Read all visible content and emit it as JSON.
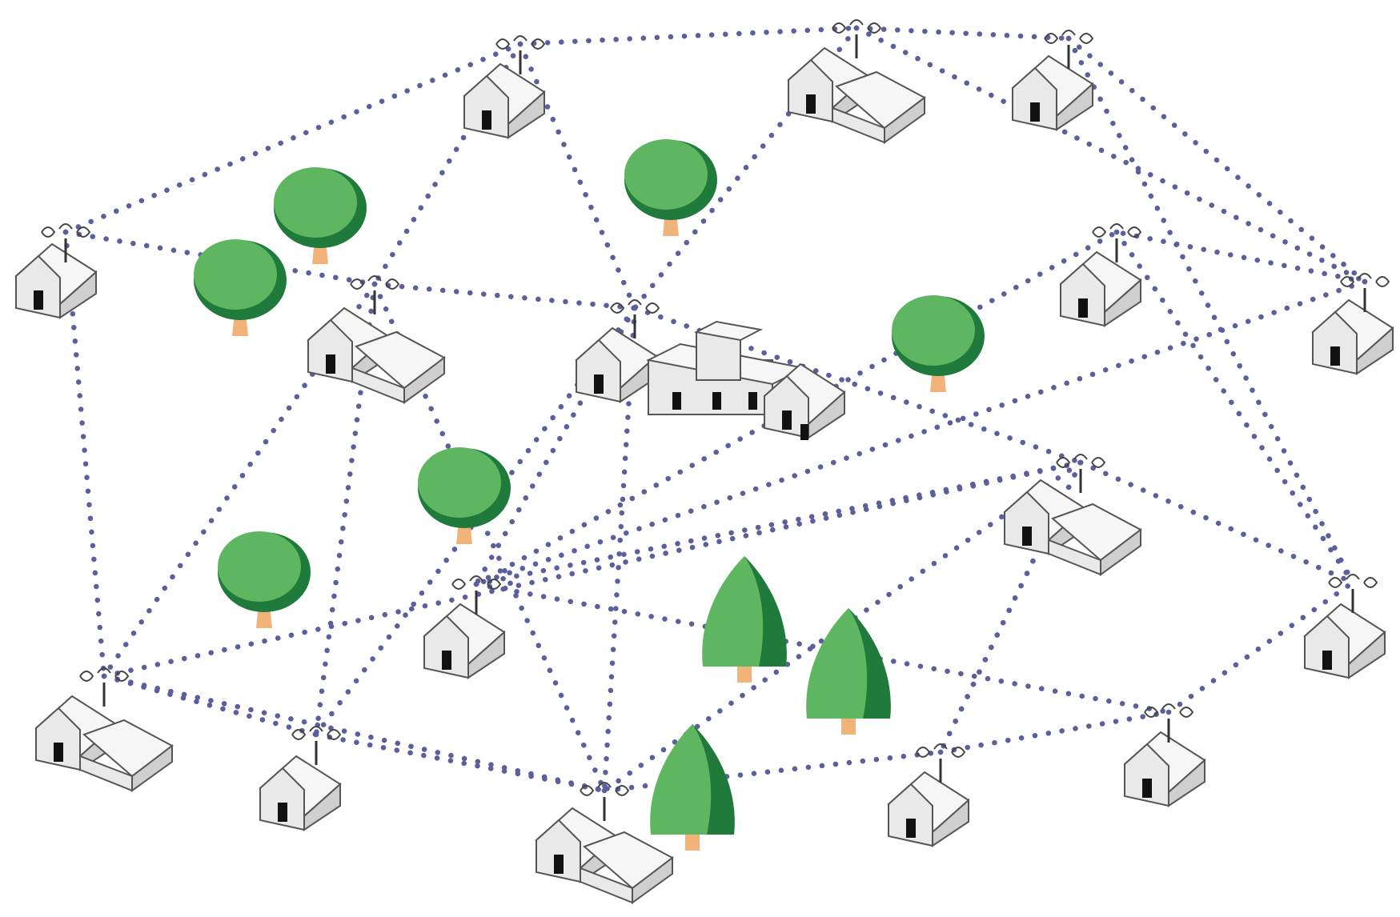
{
  "scene": {
    "colors": {
      "link": "#5b5f9c",
      "foliage": "#5fb660",
      "foliage_shadow": "#1f7a3c",
      "trunk": "#f1b37a",
      "wall": "#e9e9e9",
      "roof": "#f6f6f6"
    },
    "nodes": [
      {
        "id": "n1",
        "kind": "small-house"
      },
      {
        "id": "n2",
        "kind": "small-house"
      },
      {
        "id": "n3",
        "kind": "double-house"
      },
      {
        "id": "n4",
        "kind": "small-house"
      },
      {
        "id": "n5",
        "kind": "double-house"
      },
      {
        "id": "n6",
        "kind": "town-hall"
      },
      {
        "id": "n7",
        "kind": "small-house"
      },
      {
        "id": "n8",
        "kind": "small-house"
      },
      {
        "id": "n9",
        "kind": "double-house"
      },
      {
        "id": "n10",
        "kind": "small-house"
      },
      {
        "id": "n11",
        "kind": "small-house"
      },
      {
        "id": "n12",
        "kind": "double-house"
      },
      {
        "id": "n13",
        "kind": "small-house"
      },
      {
        "id": "n14",
        "kind": "double-house"
      },
      {
        "id": "n15",
        "kind": "small-house"
      },
      {
        "id": "n16",
        "kind": "small-house"
      },
      {
        "id": "n17",
        "kind": "small-house"
      }
    ],
    "links": [
      [
        "n1",
        "n2"
      ],
      [
        "n2",
        "n3"
      ],
      [
        "n3",
        "n4"
      ],
      [
        "n4",
        "n11"
      ],
      [
        "n1",
        "n12"
      ],
      [
        "n1",
        "n5"
      ],
      [
        "n2",
        "n6"
      ],
      [
        "n3",
        "n6"
      ],
      [
        "n5",
        "n6"
      ],
      [
        "n4",
        "n8"
      ],
      [
        "n3",
        "n8"
      ],
      [
        "n8",
        "n7"
      ],
      [
        "n8",
        "n10"
      ],
      [
        "n7",
        "n11"
      ],
      [
        "n6",
        "n10"
      ],
      [
        "n6",
        "n14"
      ],
      [
        "n5",
        "n12"
      ],
      [
        "n5",
        "n13"
      ],
      [
        "n5",
        "n14"
      ],
      [
        "n6",
        "n9"
      ],
      [
        "n6",
        "n13"
      ],
      [
        "n12",
        "n13"
      ],
      [
        "n12",
        "n14"
      ],
      [
        "n13",
        "n14"
      ],
      [
        "n9",
        "n15"
      ],
      [
        "n9",
        "n14"
      ],
      [
        "n14",
        "n15"
      ],
      [
        "n15",
        "n17"
      ],
      [
        "n17",
        "n16"
      ],
      [
        "n16",
        "n11"
      ],
      [
        "n10",
        "n16"
      ],
      [
        "n9",
        "n17"
      ],
      [
        "n9",
        "n11"
      ],
      [
        "n10",
        "n9"
      ],
      [
        "n10",
        "n7"
      ],
      [
        "n12",
        "n9"
      ],
      [
        "n13",
        "n12"
      ],
      [
        "n2",
        "n5"
      ],
      [
        "n11",
        "n16"
      ],
      [
        "n14",
        "n9"
      ]
    ],
    "trees": [
      {
        "id": "t1",
        "kind": "round-tree"
      },
      {
        "id": "t2",
        "kind": "round-tree"
      },
      {
        "id": "t3",
        "kind": "round-tree"
      },
      {
        "id": "t4",
        "kind": "round-tree"
      },
      {
        "id": "t5",
        "kind": "round-tree"
      },
      {
        "id": "t6",
        "kind": "round-tree"
      },
      {
        "id": "t7",
        "kind": "conifer-tree"
      },
      {
        "id": "t8",
        "kind": "conifer-tree"
      },
      {
        "id": "t9",
        "kind": "conifer-tree"
      }
    ]
  }
}
